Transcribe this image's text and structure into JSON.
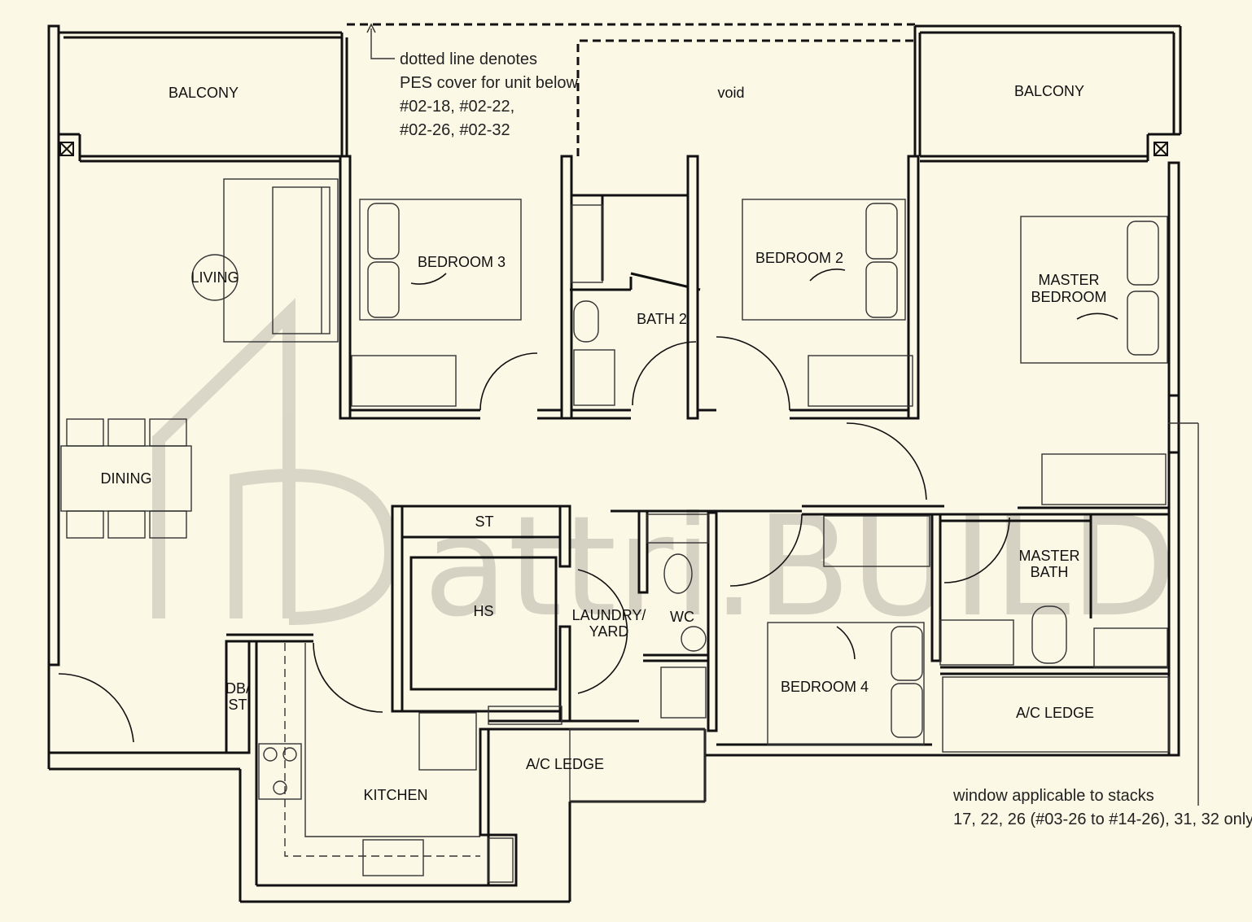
{
  "rooms": {
    "balcony_left": "BALCONY",
    "balcony_right": "BALCONY",
    "void": "void",
    "living": "LIVING",
    "dining": "DINING",
    "bedroom3": "BEDROOM 3",
    "bath2": "BATH 2",
    "bedroom2": "BEDROOM 2",
    "master_bedroom_1": "MASTER",
    "master_bedroom_2": "BEDROOM",
    "st": "ST",
    "hs": "HS",
    "laundry_1": "LAUNDRY/",
    "laundry_2": "YARD",
    "wc": "WC",
    "master_bath_1": "MASTER",
    "master_bath_2": "BATH",
    "bedroom4": "BEDROOM 4",
    "ac_ledge_right": "A/C LEDGE",
    "ac_ledge_mid": "A/C LEDGE",
    "kitchen": "KITCHEN",
    "dbst_1": "DB/",
    "dbst_2": "ST"
  },
  "notes": {
    "pes_1": "dotted line denotes",
    "pes_2": "PES cover for unit below",
    "pes_3": "#02-18, #02-22,",
    "pes_4": "#02-26, #02-32",
    "window_1": "window applicable to stacks",
    "window_2": "17, 22, 26 (#03-26 to #14-26), 31, 32 only"
  },
  "watermark": "attri.BUILD",
  "colors": {
    "background": "#fcf8e6",
    "wall": "#111111",
    "watermark": "#cfcbbd"
  }
}
